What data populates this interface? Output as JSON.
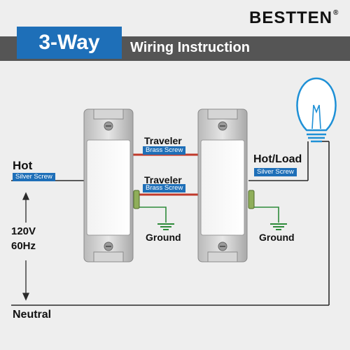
{
  "brand": {
    "name": "BESTTEN",
    "mark": "®"
  },
  "header": {
    "title": "3-Way",
    "subtitle": "Wiring Instruction"
  },
  "labels": {
    "hot": "Hot",
    "hot_screw": "Silver Screw",
    "voltage": "120V",
    "frequency": "60Hz",
    "neutral": "Neutral",
    "traveler_top": "Traveler",
    "traveler_top_screw": "Brass Screw",
    "traveler_bottom": "Traveler",
    "traveler_bottom_screw": "Brass Screw",
    "hot_load": "Hot/Load",
    "hot_load_screw": "Silver Screw",
    "ground_left": "Ground",
    "ground_right": "Ground"
  },
  "colors": {
    "accent": "#1e6fb8",
    "header_bar": "#555555",
    "traveler_wire": "#c0392b",
    "ground_wire": "#2e8b3a",
    "bulb_outline": "#1e90d6"
  },
  "icons": [
    "light-bulb-icon",
    "ground-symbol-icon"
  ]
}
